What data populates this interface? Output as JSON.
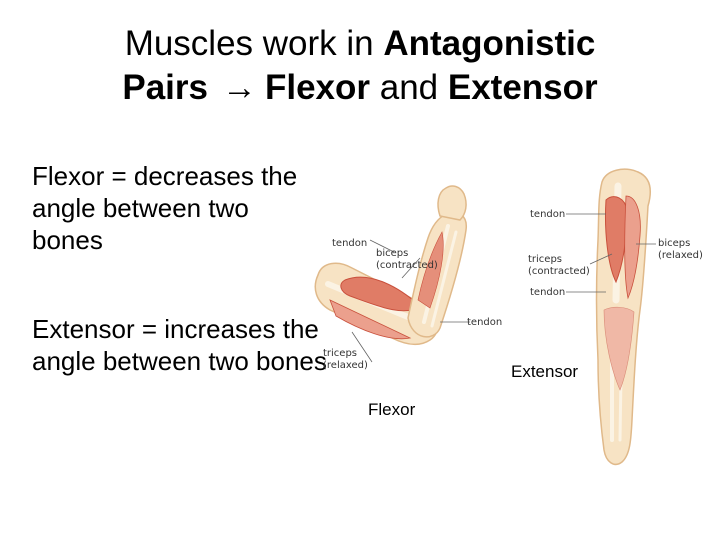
{
  "title": {
    "part1": "Muscles work in ",
    "bold1": "Antagonistic",
    "bold2": "Pairs",
    "arrow": "→",
    "bold3": "Flexor",
    "mid": " and ",
    "bold4": "Extensor"
  },
  "flexor_definition": {
    "term": "Flexor",
    "text": " = decreases the angle between two bones"
  },
  "extensor_definition": {
    "term": "Extensor",
    "text": " = increases the angle between two bones"
  },
  "flexor_figure": {
    "labels": {
      "tendon_top": "tendon",
      "biceps_line1": "biceps",
      "biceps_line2": "(contracted)",
      "tendon_elbow": "tendon",
      "triceps_line1": "triceps",
      "triceps_line2": "(relaxed)"
    },
    "caption": "Flexor"
  },
  "extensor_figure": {
    "labels": {
      "tendon_top": "tendon",
      "triceps_line1": "triceps",
      "triceps_line2": "(contracted)",
      "tendon_bottom": "tendon",
      "biceps_line1": "biceps",
      "biceps_line2": "(relaxed)"
    },
    "caption": "Extensor"
  },
  "colors": {
    "skin": "#f7e3c4",
    "skin_outline": "#e0b98a",
    "muscle": "#e07c66",
    "muscle_dark": "#c9503c",
    "bone": "#fbf3e4"
  }
}
